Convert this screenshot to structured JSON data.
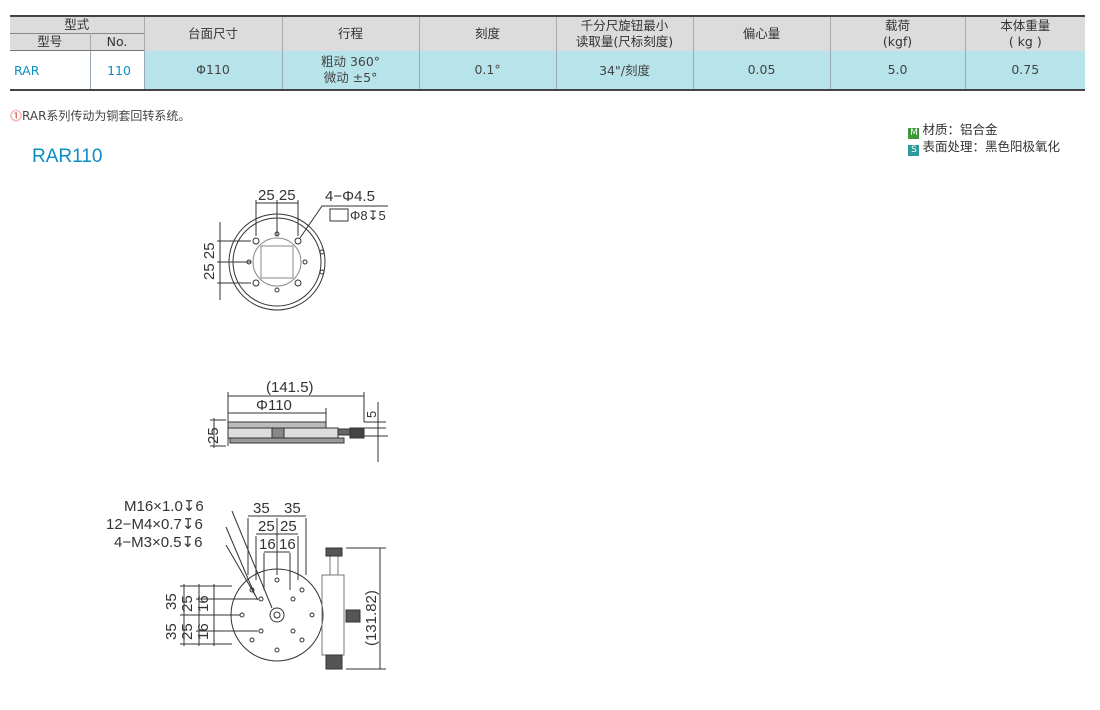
{
  "table": {
    "header": {
      "type_group": "型式",
      "model": "型号",
      "number": "No.",
      "table_size": "台面尺寸",
      "travel": "行程",
      "scale": "刻度",
      "micrometer_line1": "千分尺旋钮最小",
      "micrometer_line2": "读取量(尺标刻度)",
      "eccentricity": "偏心量",
      "load_line1": "载荷",
      "load_line2": "(kgf)",
      "weight_line1": "本体重量",
      "weight_line2": "( kg )"
    },
    "row": {
      "model": "RAR",
      "number": "110",
      "table_size": "Φ110",
      "travel_coarse": "粗动  360°",
      "travel_fine": "微动   ±5°",
      "scale": "0.1°",
      "micrometer": "34\"/刻度",
      "eccentricity": "0.05",
      "load": "5.0",
      "weight": "0.75"
    }
  },
  "footnote": {
    "icon": "!",
    "text": "RAR系列传动为铜套回转系统。"
  },
  "material": {
    "m_badge": "M",
    "m_text": "材质：铝合金",
    "s_badge": "S",
    "s_text": "表面处理：黑色阳极氧化"
  },
  "section_title": "RAR110",
  "drawing_top": {
    "dim_top": "25 25",
    "hole_spec": "4−Φ4.5",
    "counterbore": "Φ8↧5",
    "dim_side": "25 25"
  },
  "drawing_side": {
    "overall": "(141.5)",
    "diameter": "Φ110",
    "height": "25",
    "step": "5"
  },
  "drawing_bottom": {
    "thread1": "M16×1.0↧6",
    "thread2": "12−M4×0.7↧6",
    "thread3": "4−M3×0.5↧6",
    "dim_35a": "35",
    "dim_35b": "35",
    "dim_25a": "25",
    "dim_25b": "25",
    "dim_16a": "16",
    "dim_16b": "16",
    "vdim_35a": "35",
    "vdim_25a": "25",
    "vdim_16a": "16",
    "vdim_35b": "35",
    "vdim_25b": "25",
    "vdim_16b": "16",
    "overall_height": "(131.82)"
  },
  "colors": {
    "accent_blue": "#0a8fc2",
    "row_fill": "#b7e3ea",
    "header_fill": "#dcdcdc"
  }
}
